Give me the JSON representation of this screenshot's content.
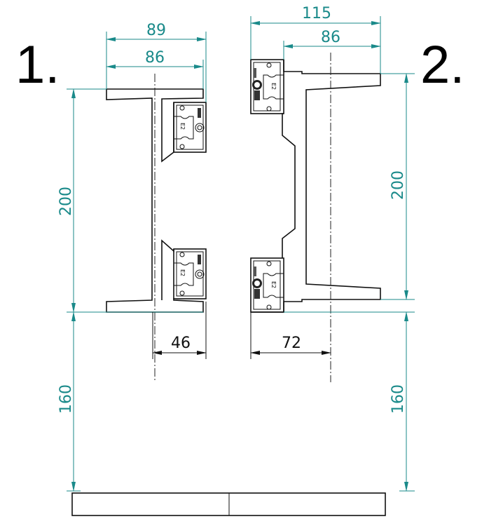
{
  "figures": [
    {
      "label": "1.",
      "bracket_marking": "E2"
    },
    {
      "label": "2.",
      "bracket_marking": "E2"
    }
  ],
  "dimensions": {
    "fig1_overall_width": "89",
    "fig1_flange_width": "86",
    "fig1_height": "200",
    "fig1_lower_height": "160",
    "fig1_offset": "46",
    "fig2_overall_width": "115",
    "fig2_flange_width": "86",
    "fig2_height": "200",
    "fig2_lower_height": "160",
    "fig2_offset": "72"
  },
  "colors": {
    "dimension": "#1a8a8a",
    "outline": "#111111"
  }
}
